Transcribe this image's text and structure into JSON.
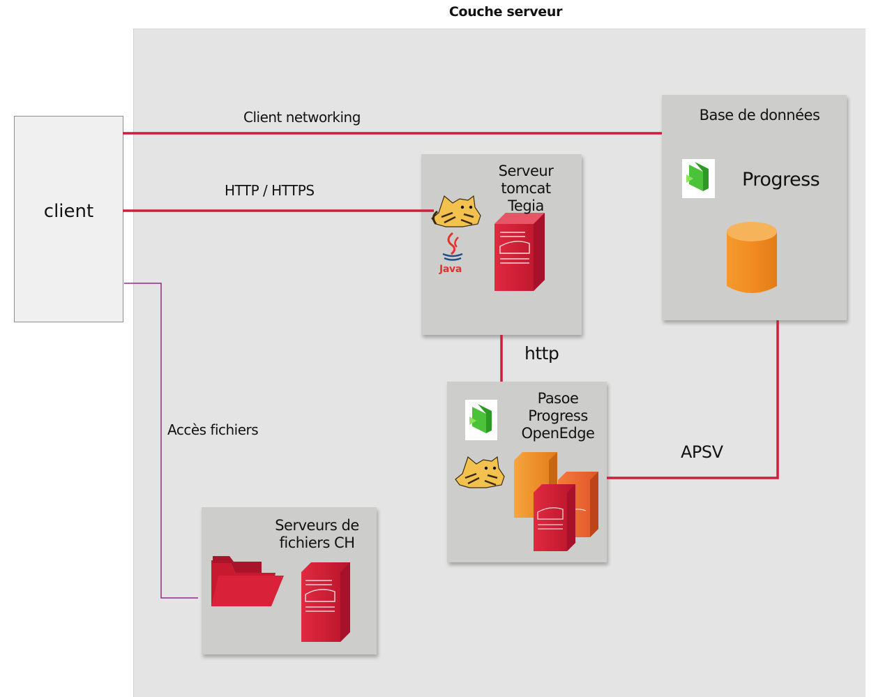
{
  "title": "Couche serveur",
  "client": {
    "label": "client"
  },
  "connections": {
    "client_networking": "Client networking",
    "http_https": "HTTP / HTTPS",
    "acces_fichiers": "Accès fichiers",
    "http": "http",
    "apsv": "APSV"
  },
  "nodes": {
    "tomcat": {
      "title": "Serveur\ntomcat\nTegia",
      "java_label": "Java"
    },
    "database": {
      "title": "Base de données",
      "product": "Progress"
    },
    "pasoe": {
      "title": "Pasoe\nProgress\nOpenEdge"
    },
    "files": {
      "title": "Serveurs de\nfichiers CH"
    }
  },
  "colors": {
    "link_red": "#cc1f3a",
    "link_purple": "#8e2a8a",
    "server_red": "#d31f36",
    "server_orange": "#f08a24",
    "progress_green": "#4cc23a",
    "java_red": "#e2342c"
  }
}
